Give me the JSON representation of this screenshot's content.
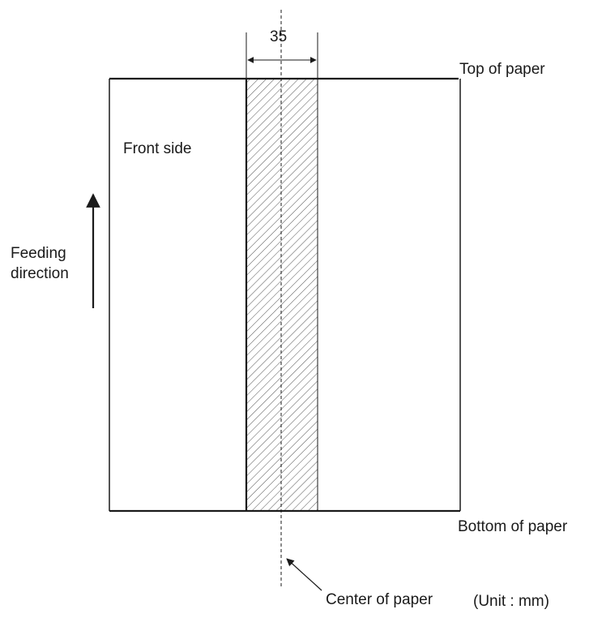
{
  "labels": {
    "dimension": "35",
    "top_of_paper": "Top of paper",
    "bottom_of_paper": "Bottom of paper",
    "front_side": "Front side",
    "feeding_line1": "Feeding",
    "feeding_line2": "direction",
    "center_of_paper": "Center of paper",
    "unit": "(Unit : mm)"
  },
  "colors": {
    "line": "#1a1a1a",
    "hatch": "#555555"
  },
  "icons": {
    "feed_arrow": "arrow-up-icon",
    "leader_arrow": "arrow-up-left-icon"
  }
}
